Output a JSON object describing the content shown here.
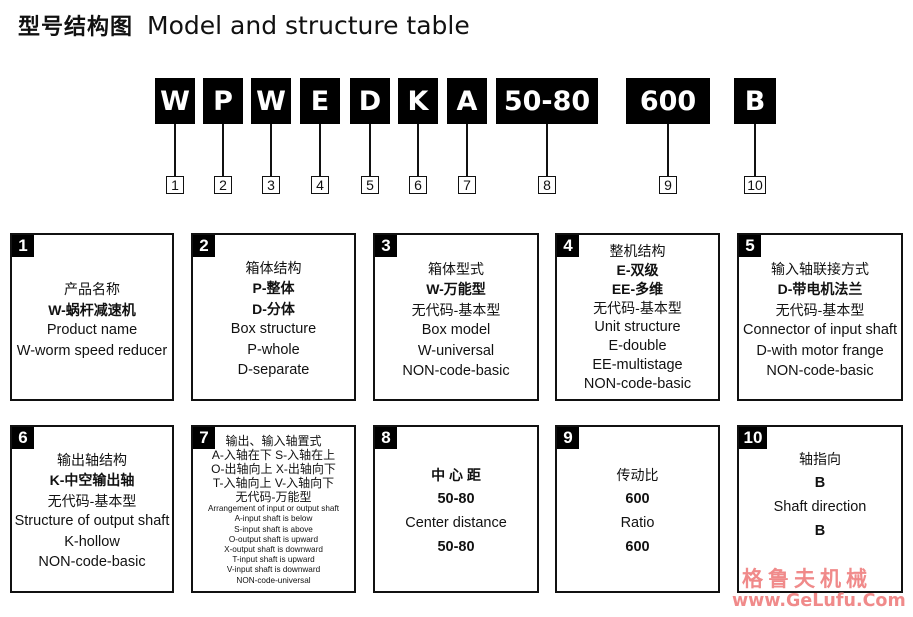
{
  "title": {
    "cn": "型号结构图",
    "en": "Model and structure table"
  },
  "codes": [
    "W",
    "P",
    "W",
    "E",
    "D",
    "K",
    "A",
    "50-80",
    "600",
    "B"
  ],
  "numbers": [
    "1",
    "2",
    "3",
    "4",
    "5",
    "6",
    "7",
    "8",
    "9",
    "10"
  ],
  "boxes": [
    {
      "num": "1",
      "lines": [
        "产品名称",
        "W-蜗杆减速机",
        "Product name",
        "W-worm speed reducer"
      ]
    },
    {
      "num": "2",
      "lines": [
        "箱体结构",
        "P-整体",
        "D-分体",
        "Box structure",
        "P-whole",
        "D-separate"
      ]
    },
    {
      "num": "3",
      "lines": [
        "箱体型式",
        "W-万能型",
        "无代码-基本型",
        "Box model",
        "W-universal",
        "NON-code-basic"
      ]
    },
    {
      "num": "4",
      "lines": [
        "整机结构",
        "E-双级",
        "EE-多维",
        "无代码-基本型",
        "Unit structure",
        "E-double",
        "EE-multistage",
        "NON-code-basic"
      ]
    },
    {
      "num": "5",
      "lines": [
        "输入轴联接方式",
        "D-带电机法兰",
        "无代码-基本型",
        "Connector of input shaft",
        "D-with motor frange",
        "NON-code-basic"
      ]
    },
    {
      "num": "6",
      "lines": [
        "输出轴结构",
        "K-中空输出轴",
        "无代码-基本型",
        "Structure of output shaft",
        "K-hollow",
        "NON-code-basic"
      ]
    },
    {
      "num": "7",
      "lines": [
        "输出、输入轴置式",
        "A-入轴在下 S-入轴在上",
        "O-出轴向上 X-出轴向下",
        "T-入轴向上 V-入轴向下",
        "无代码-万能型"
      ],
      "small": [
        "Arrangement of input or output shaft",
        "A-input shaft is below",
        "S-input shaft is above",
        "O-output shaft is upward",
        "X-output shaft is downward",
        "T-input shaft is upward",
        "V-input shaft is downward",
        "NON-code-universal"
      ]
    },
    {
      "num": "8",
      "lines": [
        "中 心 距",
        "50-80",
        "Center distance",
        "50-80"
      ]
    },
    {
      "num": "9",
      "lines": [
        "传动比",
        "600",
        "Ratio",
        "600"
      ]
    },
    {
      "num": "10",
      "lines": [
        "轴指向",
        "B",
        "Shaft direction",
        "B"
      ]
    }
  ],
  "watermark": {
    "cn": "格鲁夫机械",
    "url": "www.GeLufu.Com"
  }
}
